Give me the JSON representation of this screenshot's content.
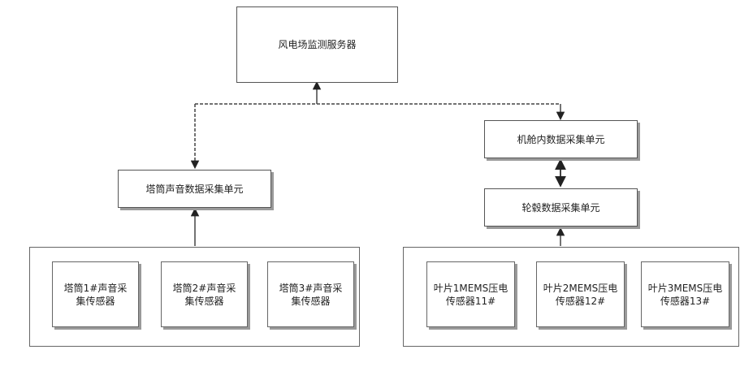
{
  "nodes": {
    "server": "风电场监测服务器",
    "tower_unit": "塔筒声音数据采集单元",
    "nacelle_unit": "机舱内数据采集单元",
    "hub_unit": "轮毂数据采集单元"
  },
  "tower_sensors": [
    "塔筒1#声音采\n集传感器",
    "塔筒2#声音采\n集传感器",
    "塔筒3#声音采\n集传感器"
  ],
  "blade_sensors": [
    "叶片1MEMS压电\n传感器11#",
    "叶片2MEMS压电\n传感器12#",
    "叶片3MEMS压电\n传感器13#"
  ]
}
